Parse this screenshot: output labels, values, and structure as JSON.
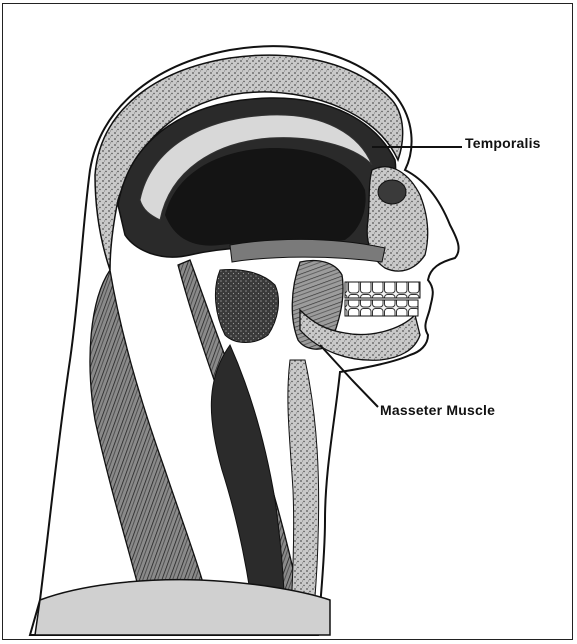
{
  "labels": {
    "temporalis": "Temporalis",
    "masseter": "Masseter Muscle"
  },
  "colors": {
    "ink": "#111111",
    "shade_dark": "#1e1e1e",
    "shade_mid": "#6f6f6f",
    "shade_light": "#b9b9b9",
    "background": "#ffffff"
  },
  "icons": {
    "illustration": "head-neck-muscle-anatomy"
  }
}
